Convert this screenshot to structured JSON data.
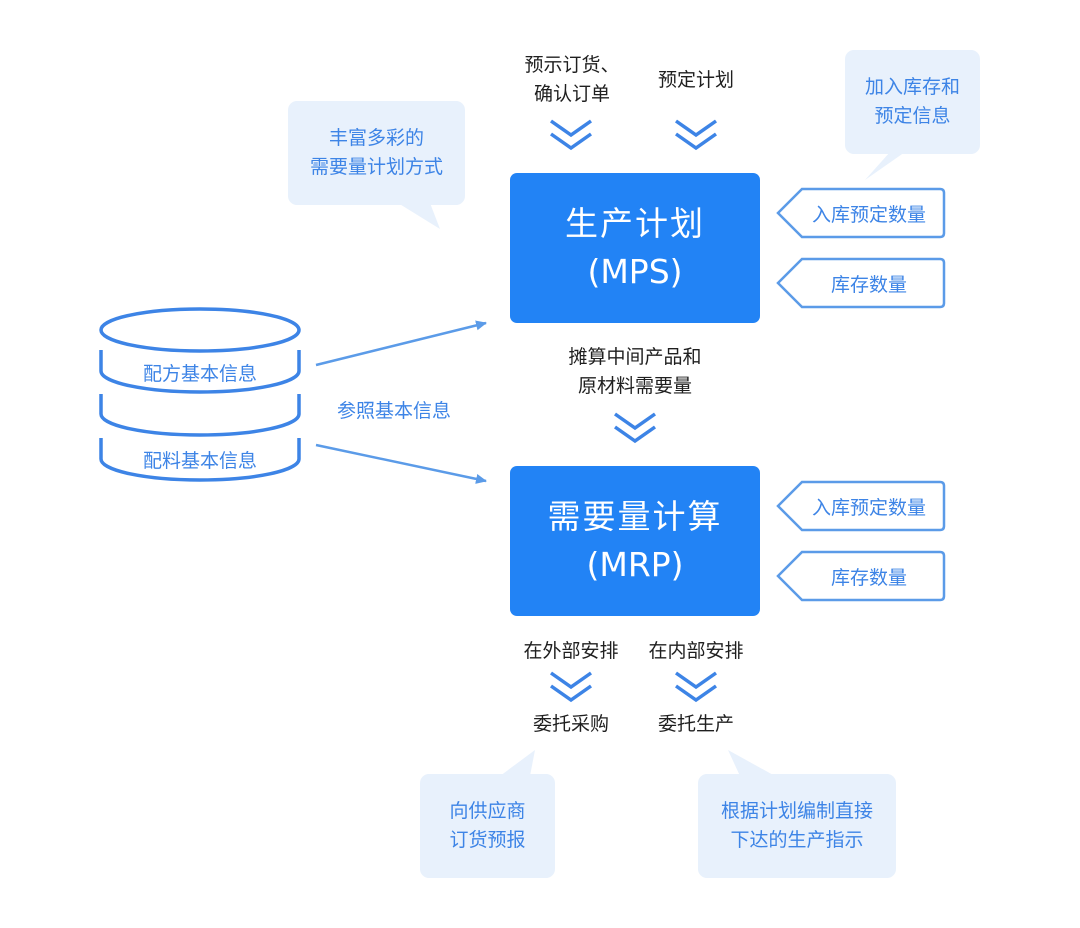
{
  "top": {
    "left_label": [
      "预示订货、",
      "确认订单"
    ],
    "right_label": "预定计划"
  },
  "bubbles": {
    "top_left": [
      "丰富多彩的",
      "需要量计划方式"
    ],
    "top_right": [
      "加入库存和",
      "预定信息"
    ],
    "bottom_left": [
      "向供应商",
      "订货预报"
    ],
    "bottom_right": [
      "根据计划编制直接",
      "下达的生产指示"
    ]
  },
  "mps": {
    "title": "生产计划",
    "sub": "(MPS)"
  },
  "mrp": {
    "title": "需要量计算",
    "sub": "(MRP)"
  },
  "middle": [
    "摊算中间产品和",
    "原材料需要量"
  ],
  "tags": {
    "mps_1": "入库预定数量",
    "mps_2": "库存数量",
    "mrp_1": "入库预定数量",
    "mrp_2": "库存数量"
  },
  "database": {
    "item_1": "配方基本信息",
    "item_2": "配料基本信息",
    "link_label": "参照基本信息"
  },
  "bottom": {
    "left_top": "在外部安排",
    "right_top": "在内部安排",
    "left_bottom": "委托采购",
    "right_bottom": "委托生产"
  },
  "colors": {
    "primary": "#2283f5",
    "accent": "#3d84e6",
    "bubble": "#e8f1fc",
    "text": "#1f1f1f"
  }
}
